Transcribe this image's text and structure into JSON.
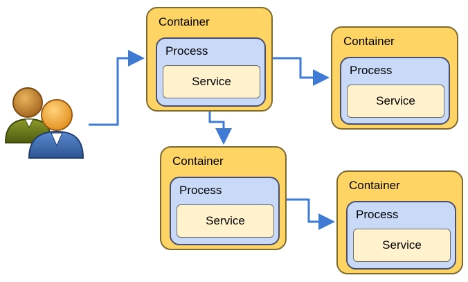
{
  "containers": [
    {
      "label": "Container",
      "process_label": "Process",
      "service_label": "Service"
    },
    {
      "label": "Container",
      "process_label": "Process",
      "service_label": "Service"
    },
    {
      "label": "Container",
      "process_label": "Process",
      "service_label": "Service"
    },
    {
      "label": "Container",
      "process_label": "Process",
      "service_label": "Service"
    }
  ],
  "icons": {
    "users": "users-icon"
  },
  "colors": {
    "container_fill": "#fed565",
    "process_fill": "#c9daf8",
    "service_fill": "#fff2cc",
    "arrow": "#3f7ad3"
  }
}
